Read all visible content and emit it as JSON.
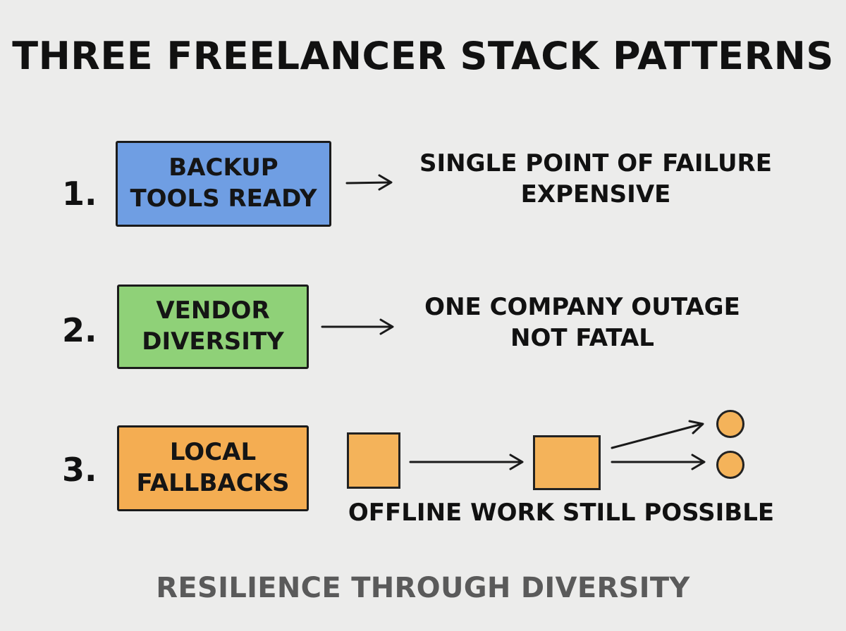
{
  "title": "THREE FREELANCER STACK PATTERNS",
  "patterns": [
    {
      "number": "1.",
      "box_lines": [
        "BACKUP",
        "TOOLS READY"
      ],
      "box_color": "#6f9ee3",
      "result_lines": [
        "SINGLE POINT OF FAILURE",
        "EXPENSIVE"
      ]
    },
    {
      "number": "2.",
      "box_lines": [
        "VENDOR",
        "DIVERSITY"
      ],
      "box_color": "#8fd178",
      "result_lines": [
        "ONE COMPANY OUTAGE",
        "NOT FATAL"
      ]
    },
    {
      "number": "3.",
      "box_lines": [
        "LOCAL",
        "FALLBACKS"
      ],
      "box_color": "#f4ad52",
      "result_lines": [
        "OFFLINE WORK STILL POSSIBLE"
      ]
    }
  ],
  "footer": "RESILIENCE THROUGH DIVERSITY",
  "accent_orange": "#f4b35a"
}
